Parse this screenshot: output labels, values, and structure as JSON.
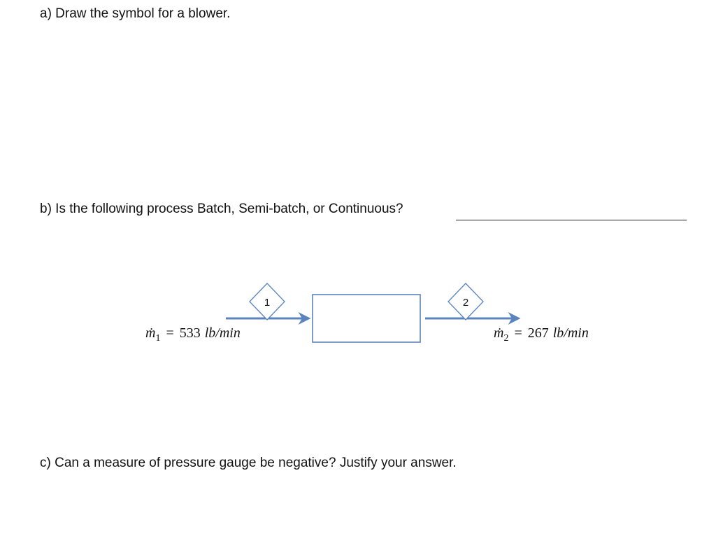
{
  "questions": {
    "a": "a) Draw the symbol for a blower.",
    "b": "b) Is the following process Batch, Semi-batch, or Continuous?",
    "c": "c) Can a measure of pressure gauge be negative? Justify your answer."
  },
  "diagram": {
    "stream1": {
      "label": "1",
      "symbol": "ṁ",
      "subscript": "1",
      "equals": "=",
      "value": "533",
      "unit": "lb/min"
    },
    "stream2": {
      "label": "2",
      "symbol": "ṁ",
      "subscript": "2",
      "equals": "=",
      "value": "267",
      "unit": "lb/min"
    },
    "colors": {
      "arrow": "#5b84be",
      "box_border": "#5b84be",
      "diamond_border": "#5b84be"
    }
  }
}
